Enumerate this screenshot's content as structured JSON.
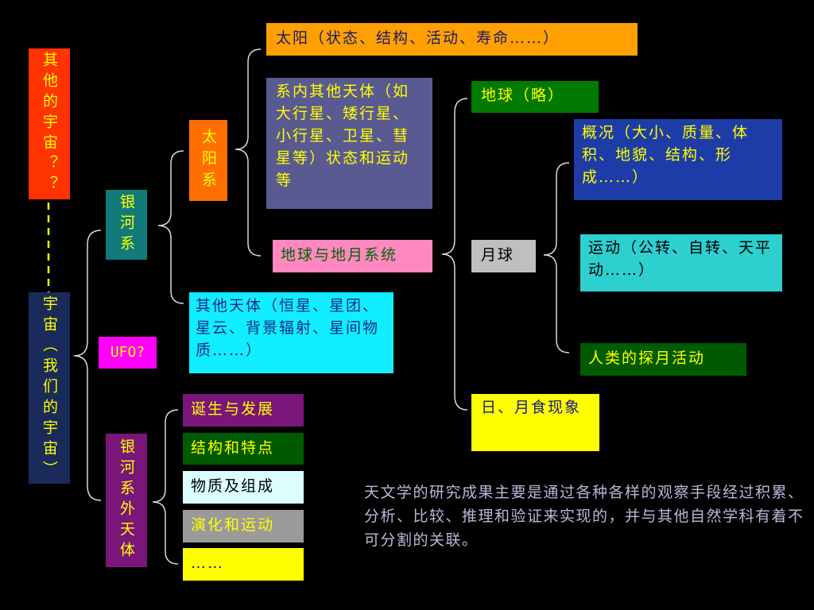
{
  "nodes": {
    "other_universe": "其他的宇宙？？",
    "our_universe": "宇宙（我们的宇宙）",
    "ufo": "UFO?",
    "milky_way": "银河系",
    "extragalactic": "银河系外天体",
    "solar_system": "太阳系",
    "other_bodies_galaxy": "其他天体（恒星、星团、星云、背景辐射、星间物质……）",
    "sun": "太阳（状态、结构、活动、寿命……）",
    "other_bodies_solar": "系内其他天体（如大行星、矮行星、小行星、卫星、彗星等）状态和运动等",
    "earth_moon_system": "地球与地月系统",
    "earth": "地球（略）",
    "moon": "月球",
    "eclipse": "日、月食现象",
    "moon_overview": "概况（大小、质量、体积、地貌、结构、形成……）",
    "moon_motion": "运动（公转、自转、天平动……）",
    "moon_exploration": "人类的探月活动",
    "ext_birth": "诞生与发展",
    "ext_structure": "结构和特点",
    "ext_matter": "物质及组成",
    "ext_evolution": "演化和运动",
    "ext_more": "……"
  },
  "note": "天文学的研究成果主要是通过各种各样的观察手段经过积累、分析、比较、推理和验证来实现的，并与其他自然学科有着不可分割的关联。",
  "colors": {
    "background": "#000000",
    "connector": "#d8d8d8",
    "dashed_link": "#ffff00",
    "orange_red": "#ff3300",
    "navy": "#1a2a5a",
    "teal": "#137a7a",
    "purple": "#7a157a",
    "magenta": "#ff00ff",
    "orange": "#ff6f00",
    "amber": "#ffa000",
    "slate_purple": "#5a5a92",
    "pink": "#ff88c0",
    "cyan": "#11eeff",
    "green": "#007a00",
    "dark_green": "#005a00",
    "gray": "#bfbfbf",
    "light_gray": "#9a9a9a",
    "yellow": "#ffff00",
    "royal_blue": "#1e3ca8",
    "turquoise": "#2ecfcf",
    "light_cyan": "#ddffff"
  }
}
